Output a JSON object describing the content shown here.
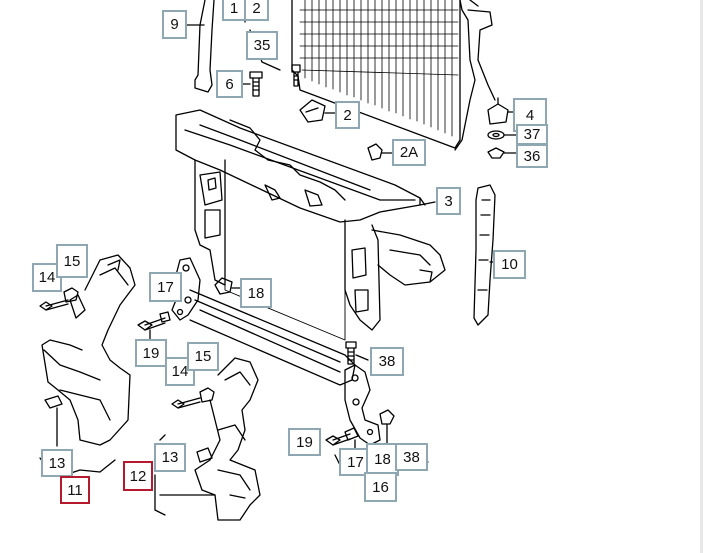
{
  "callouts": {
    "c9": "9",
    "c1": "1",
    "c2top": "2",
    "c35": "35",
    "c6": "6",
    "c2": "2",
    "c2a": "2A",
    "c3": "3",
    "c4": "4",
    "c37": "37",
    "c36": "36",
    "c10": "10",
    "c14a": "14",
    "c15a": "15",
    "c17a": "17",
    "c18a": "18",
    "c19a": "19",
    "c14b": "14",
    "c15b": "15",
    "c38a": "38",
    "c19b": "19",
    "c17b": "17",
    "c18b": "18",
    "c38b": "38",
    "c16": "16",
    "c13a": "13",
    "c11": "11",
    "c12": "12",
    "c13b": "13"
  },
  "colors": {
    "callout_border": "#8fa7b3",
    "callout_border_highlight": "#b5192e",
    "line": "#000000"
  }
}
